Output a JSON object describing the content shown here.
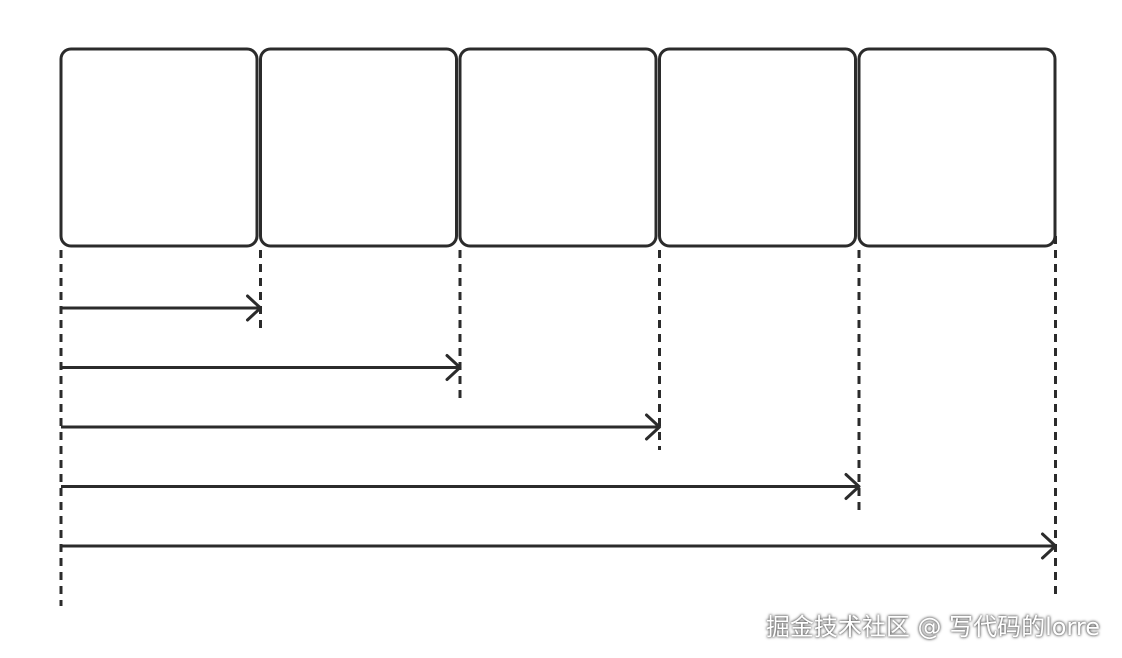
{
  "diagram": {
    "box_count": 5,
    "arrow_count": 5,
    "stroke_color": "#2b2b2b",
    "background_color": "#ffffff"
  },
  "watermark": {
    "text": "掘金技术社区 @ 写代码的lorre"
  }
}
